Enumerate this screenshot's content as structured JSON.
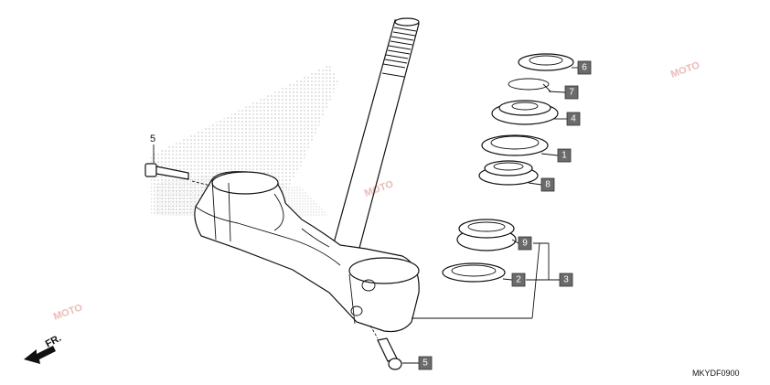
{
  "diagram": {
    "code": "MKYDF0900",
    "front_marker": "FR.",
    "callouts": [
      {
        "id": "c6",
        "num": "6"
      },
      {
        "id": "c7",
        "num": "7"
      },
      {
        "id": "c4",
        "num": "4"
      },
      {
        "id": "c1",
        "num": "1"
      },
      {
        "id": "c8",
        "num": "8"
      },
      {
        "id": "c9",
        "num": "9"
      },
      {
        "id": "c2",
        "num": "2"
      },
      {
        "id": "c3",
        "num": "3"
      },
      {
        "id": "c5b",
        "num": "5"
      }
    ],
    "plain_callouts": [
      {
        "id": "c5a",
        "num": "5"
      }
    ],
    "watermark": "MOTO"
  }
}
